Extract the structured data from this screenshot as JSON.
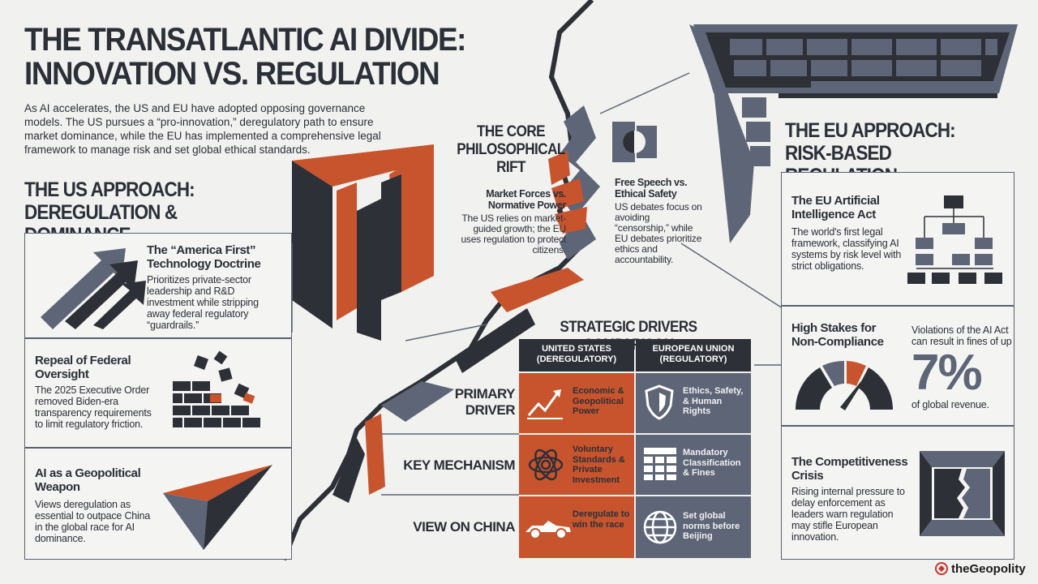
{
  "header": {
    "title_line1": "THE TRANSATLANTIC AI DIVIDE:",
    "title_line2": "INNOVATION VS. REGULATION",
    "intro": "As AI accelerates, the US and EU have adopted opposing governance models. The US pursues a “pro-innovation,” deregulatory path to ensure market dominance, while the EU has implemented a comprehensive legal framework to manage risk and set global ethical standards."
  },
  "us": {
    "heading_line1": "THE US APPROACH:",
    "heading_line2": "DEREGULATION & DOMINANCE",
    "cards": [
      {
        "title": "The “America First” Technology Doctrine",
        "body": "Prioritizes private-sector leadership and R&D investment while stripping away federal regulatory “guardrails.”",
        "icon": "arrows-icon"
      },
      {
        "title": "Repeal of Federal Oversight",
        "body": "The 2025 Executive Order removed Biden-era transparency requirements to limit regulatory friction.",
        "icon": "crumbling-wall-icon"
      },
      {
        "title": "AI as a Geopolitical Weapon",
        "body": "Views deregulation as essential to outpace China in the global race for AI dominance.",
        "icon": "paper-plane-icon"
      }
    ]
  },
  "rift": {
    "heading": "THE CORE PHILOSOPHICAL RIFT",
    "left_title": "Market Forces vs. Normative Power",
    "left_body": "The US relies on market-guided growth; the EU uses regulation to protect citizens.",
    "right_title": "Free Speech vs. Ethical Safety",
    "right_body": "US debates focus on avoiding “censorship,” while EU debates prioritize ethics and accountability."
  },
  "eu": {
    "heading_line1": "THE EU APPROACH:",
    "heading_line2": "RISK-BASED REGULATION",
    "act_title": "The EU Artificial Intelligence Act",
    "act_body": "The world's first legal framework, classifying AI systems by risk level with strict obligations.",
    "stakes_title": "High Stakes for Non-Compliance",
    "stakes_text": "Violations of the AI Act can result in fines of up",
    "stakes_value": "7%",
    "stakes_suffix": "of global revenue.",
    "comp_title": "The Competitiveness Crisis",
    "comp_body": "Rising internal pressure to delay enforcement as leaders warn regulation may stifle European innovation."
  },
  "table": {
    "heading": "STRATEGIC DRIVERS COMPARISON",
    "col_us": "UNITED STATES (DEREGULATORY)",
    "col_eu": "EUROPEAN UNION (REGULATORY)",
    "rows": [
      {
        "label": "PRIMARY DRIVER",
        "us": "Economic & Geopolitical Power",
        "eu": "Ethics, Safety, & Human Rights"
      },
      {
        "label": "KEY MECHANISM",
        "us": "Voluntary Standards & Private Investment",
        "eu": "Mandatory Classification & Fines"
      },
      {
        "label": "VIEW ON CHINA",
        "us": "Deregulate to win the race",
        "eu": "Set global norms before Beijing"
      }
    ]
  },
  "brand": "theGeopolity",
  "colors": {
    "us": "#c8542d",
    "eu": "#5e6577",
    "dark": "#2e3038",
    "bg": "#f1f1ef"
  }
}
